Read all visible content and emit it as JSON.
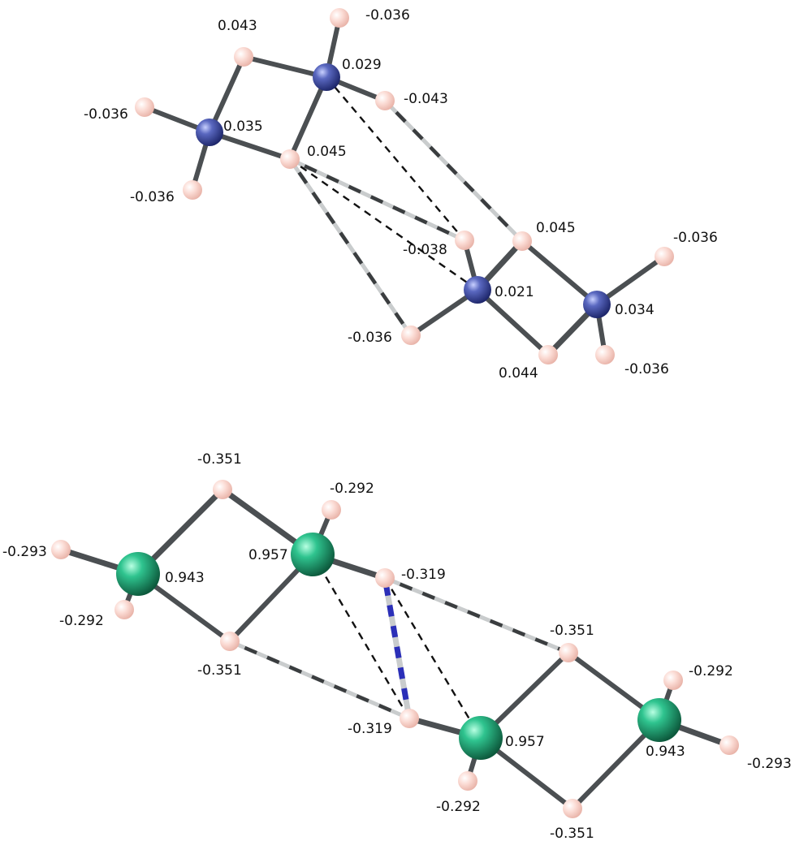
{
  "colors": {
    "hydrogen": "#f8cfc6",
    "top_metal": "#4e5db0",
    "bottom_metal": "#2bb585",
    "bond": "#4b4f52",
    "weak_bond_light": "#c9cccd",
    "weak_bond_dark": "#3a3d3f",
    "stripe_blue": "#2b2fb8",
    "dashed": "#111111"
  },
  "top_structure": {
    "atoms": [
      {
        "id": "t_h1",
        "kind": "H",
        "label": "0.043"
      },
      {
        "id": "t_b1",
        "kind": "M",
        "label": "0.029"
      },
      {
        "id": "t_ht1",
        "kind": "H",
        "label": "-0.036"
      },
      {
        "id": "t_h2",
        "kind": "H",
        "label": "-0.043"
      },
      {
        "id": "t_b2",
        "kind": "M",
        "label": "0.035"
      },
      {
        "id": "t_ht2",
        "kind": "H",
        "label": "-0.036"
      },
      {
        "id": "t_ht3",
        "kind": "H",
        "label": "-0.036"
      },
      {
        "id": "t_h3",
        "kind": "H",
        "label": "0.045"
      },
      {
        "id": "t_h4",
        "kind": "H",
        "label": "0.045"
      },
      {
        "id": "t_h5",
        "kind": "H",
        "label": "-0.038"
      },
      {
        "id": "t_b3",
        "kind": "M",
        "label": "0.021"
      },
      {
        "id": "t_h6",
        "kind": "H",
        "label": "-0.036"
      },
      {
        "id": "t_h7",
        "kind": "H",
        "label": "0.044"
      },
      {
        "id": "t_b4",
        "kind": "M",
        "label": "0.034"
      },
      {
        "id": "t_ht4",
        "kind": "H",
        "label": "-0.036"
      },
      {
        "id": "t_ht5",
        "kind": "H",
        "label": "-0.036"
      }
    ]
  },
  "bottom_structure": {
    "atoms": [
      {
        "id": "b_h1",
        "kind": "H",
        "label": "-0.351"
      },
      {
        "id": "b_ht1",
        "kind": "H",
        "label": "-0.292"
      },
      {
        "id": "b_m1",
        "kind": "M",
        "label": "0.957"
      },
      {
        "id": "b_ht2",
        "kind": "H",
        "label": "-0.293"
      },
      {
        "id": "b_m2",
        "kind": "M",
        "label": "0.943"
      },
      {
        "id": "b_ht3",
        "kind": "H",
        "label": "-0.292"
      },
      {
        "id": "b_h2",
        "kind": "H",
        "label": "-0.319"
      },
      {
        "id": "b_h3",
        "kind": "H",
        "label": "-0.351"
      },
      {
        "id": "b_h4",
        "kind": "H",
        "label": "-0.351"
      },
      {
        "id": "b_h5",
        "kind": "H",
        "label": "-0.319"
      },
      {
        "id": "b_m3",
        "kind": "M",
        "label": "0.957"
      },
      {
        "id": "b_ht4",
        "kind": "H",
        "label": "-0.292"
      },
      {
        "id": "b_ht5",
        "kind": "H",
        "label": "-0.292"
      },
      {
        "id": "b_m4",
        "kind": "M",
        "label": "0.943"
      },
      {
        "id": "b_ht6",
        "kind": "H",
        "label": "-0.293"
      },
      {
        "id": "b_h6",
        "kind": "H",
        "label": "-0.351"
      }
    ]
  }
}
